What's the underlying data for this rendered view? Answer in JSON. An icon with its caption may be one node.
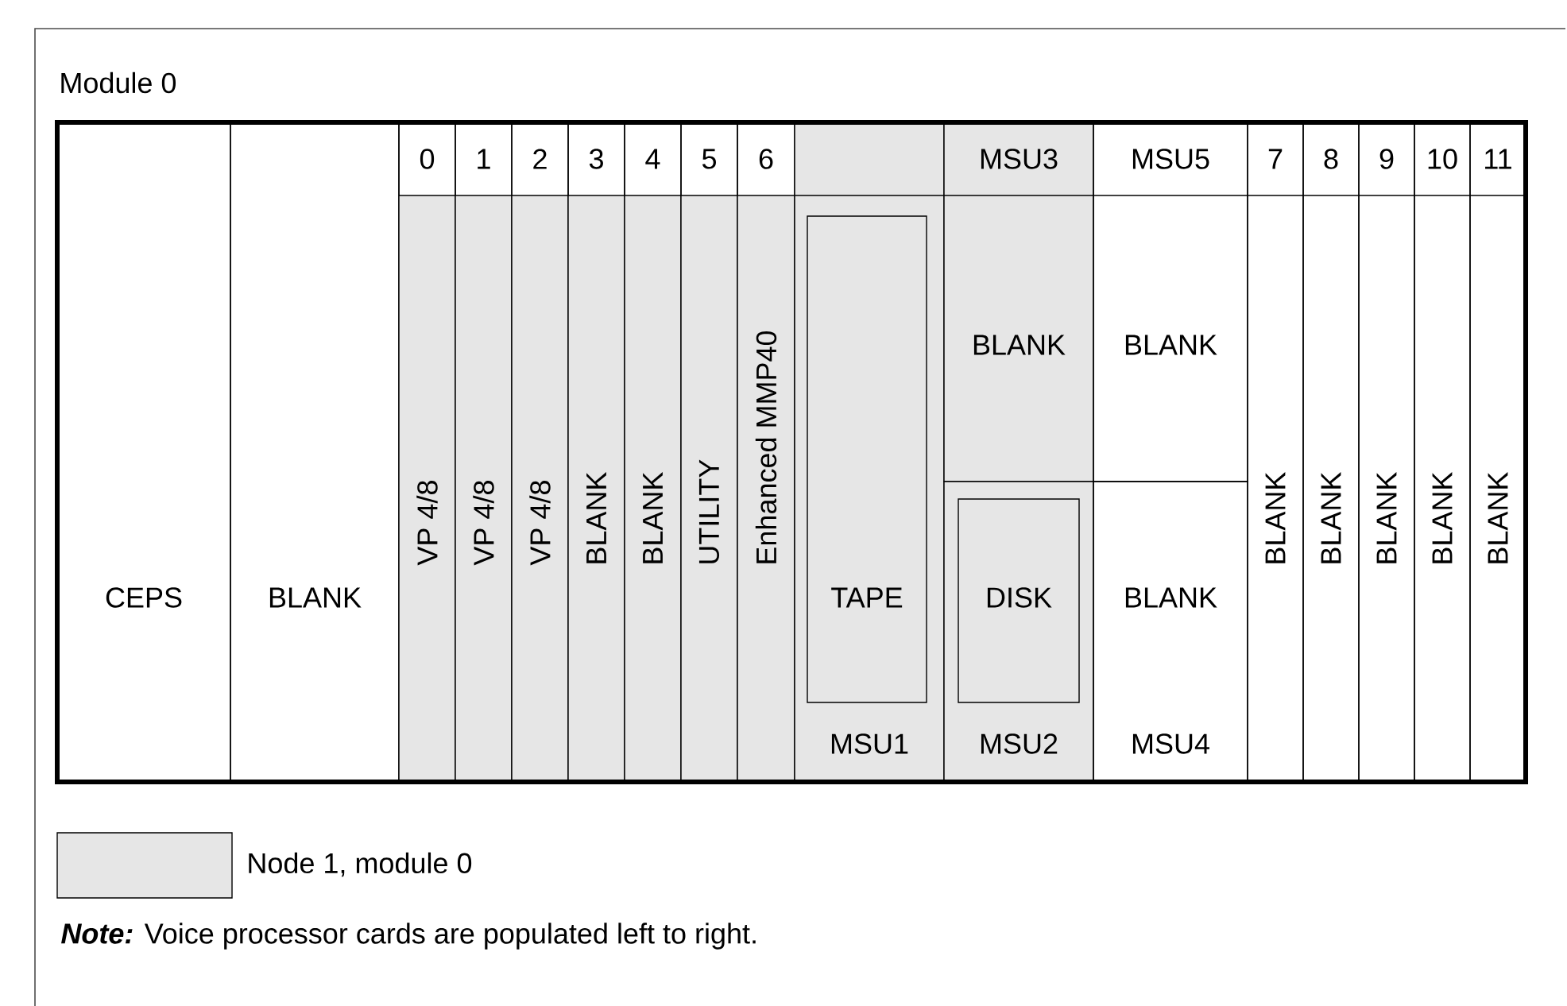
{
  "diagram": {
    "nodes": [
      {
        "text": [
          "Module 0"
        ]
      },
      {
        "text": [
          "CEPS"
        ],
        "in": 0
      },
      {
        "text": [
          "BLANK"
        ],
        "in": 0
      },
      {
        "text": [
          "0",
          "VP 4/8"
        ],
        "in": 0
      },
      {
        "text": [
          "1",
          "VP 4/8"
        ],
        "in": 0
      },
      {
        "text": [
          "2",
          "VP 4/8"
        ],
        "in": 0
      },
      {
        "text": [
          "3",
          "BLANK"
        ],
        "in": 0
      },
      {
        "text": [
          "4",
          "BLANK"
        ],
        "in": 0
      },
      {
        "text": [
          "5",
          "UTILITY"
        ],
        "in": 0
      },
      {
        "text": [
          "6",
          "Enhanced MMP40"
        ],
        "in": 0
      },
      {
        "text": [
          "MSU1"
        ],
        "in": 0
      },
      {
        "text": [
          "TAPE"
        ],
        "in": 10
      },
      {
        "text": [
          "MSU3",
          "BLANK"
        ],
        "in": 0
      },
      {
        "text": [
          "MSU2"
        ],
        "in": 0
      },
      {
        "text": [
          "DISK"
        ],
        "in": 13
      },
      {
        "text": [
          "MSU5",
          "BLANK"
        ],
        "in": 0
      },
      {
        "text": [
          "BLANK",
          "MSU4"
        ],
        "in": 0
      },
      {
        "text": [
          "7",
          "BLANK"
        ],
        "in": 0
      },
      {
        "text": [
          "8",
          "BLANK"
        ],
        "in": 0
      },
      {
        "text": [
          "9",
          "BLANK"
        ],
        "in": 0
      },
      {
        "text": [
          "10",
          "BLANK"
        ],
        "in": 0
      },
      {
        "text": [
          "11",
          "BLANK"
        ],
        "in": 0
      }
    ],
    "labels": [
      "Note:",
      "Voice processor cards are populated left to right."
    ],
    "legend": [
      {
        "text": "Node 1, module 0",
        "color": "#e6e6e6"
      }
    ]
  }
}
